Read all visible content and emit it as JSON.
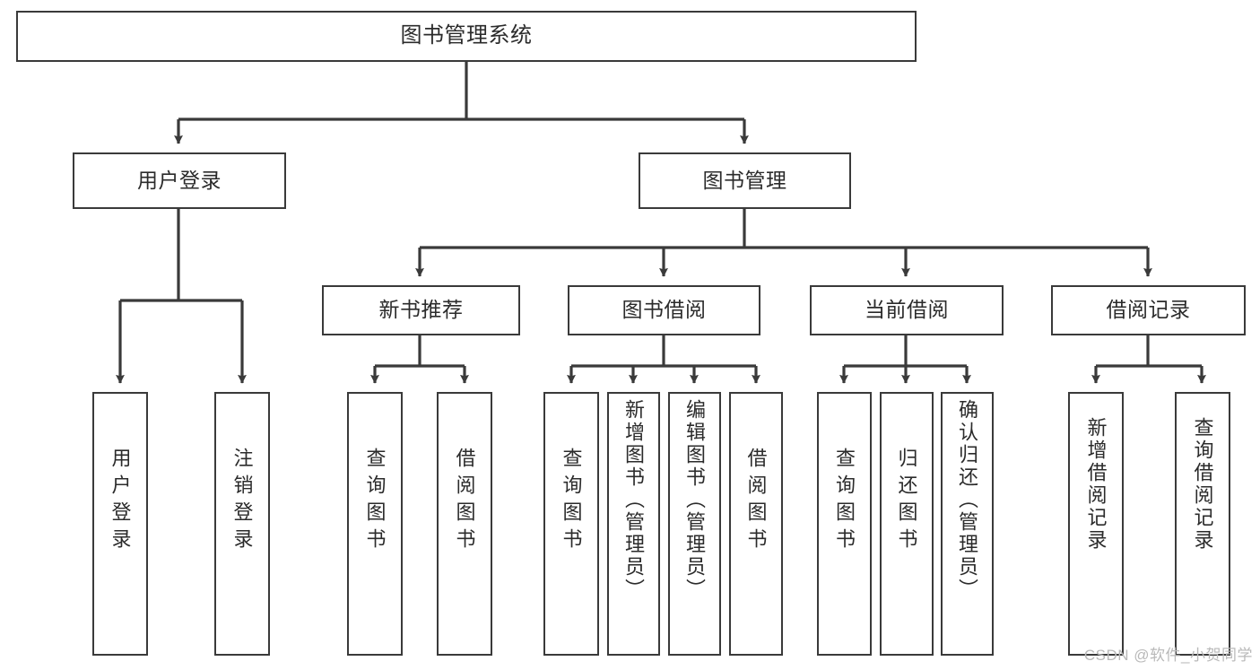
{
  "diagram": {
    "kind": "functional-structure-tree",
    "title": "图书管理系统",
    "colors": {
      "background": "#ffffff",
      "stroke": "#3a3a3a",
      "text": "#2b2b2b",
      "watermark": "#b9b9b9"
    },
    "nodes": {
      "root": {
        "label": "图书管理系统"
      },
      "level2": [
        {
          "id": "user-login",
          "label": "用户登录"
        },
        {
          "id": "book-manage",
          "label": "图书管理"
        }
      ],
      "level3": [
        {
          "id": "new-book-recommend",
          "label": "新书推荐"
        },
        {
          "id": "book-borrow",
          "label": "图书借阅"
        },
        {
          "id": "current-borrow",
          "label": "当前借阅"
        },
        {
          "id": "borrow-record",
          "label": "借阅记录"
        }
      ],
      "leaves": [
        {
          "id": "leaf-user-login",
          "label": "用户登录"
        },
        {
          "id": "leaf-logout-login",
          "label": "注销登录"
        },
        {
          "id": "leaf-query-book-1",
          "label": "查询图书"
        },
        {
          "id": "leaf-borrow-book-1",
          "label": "借阅图书"
        },
        {
          "id": "leaf-query-book-2",
          "label": "查询图书"
        },
        {
          "id": "leaf-add-book-admin",
          "label": "新增图书（管理员）"
        },
        {
          "id": "leaf-edit-book-admin",
          "label": "编辑图书（管理员）"
        },
        {
          "id": "leaf-borrow-book-2",
          "label": "借阅图书"
        },
        {
          "id": "leaf-query-book-3",
          "label": "查询图书"
        },
        {
          "id": "leaf-return-book",
          "label": "归还图书"
        },
        {
          "id": "leaf-confirm-return-admin",
          "label": "确认归还（管理员）"
        },
        {
          "id": "leaf-add-borrow-record",
          "label": "新增借阅记录"
        },
        {
          "id": "leaf-query-borrow-record",
          "label": "查询借阅记录"
        }
      ]
    },
    "edges": [
      {
        "from": "root",
        "to": "user-login"
      },
      {
        "from": "root",
        "to": "book-manage"
      },
      {
        "from": "user-login",
        "to": "leaf-user-login"
      },
      {
        "from": "user-login",
        "to": "leaf-logout-login"
      },
      {
        "from": "book-manage",
        "to": "new-book-recommend"
      },
      {
        "from": "book-manage",
        "to": "book-borrow"
      },
      {
        "from": "book-manage",
        "to": "current-borrow"
      },
      {
        "from": "book-manage",
        "to": "borrow-record"
      },
      {
        "from": "new-book-recommend",
        "to": "leaf-query-book-1"
      },
      {
        "from": "new-book-recommend",
        "to": "leaf-borrow-book-1"
      },
      {
        "from": "book-borrow",
        "to": "leaf-query-book-2"
      },
      {
        "from": "book-borrow",
        "to": "leaf-add-book-admin"
      },
      {
        "from": "book-borrow",
        "to": "leaf-edit-book-admin"
      },
      {
        "from": "book-borrow",
        "to": "leaf-borrow-book-2"
      },
      {
        "from": "current-borrow",
        "to": "leaf-query-book-3"
      },
      {
        "from": "current-borrow",
        "to": "leaf-return-book"
      },
      {
        "from": "current-borrow",
        "to": "leaf-confirm-return-admin"
      },
      {
        "from": "borrow-record",
        "to": "leaf-add-borrow-record"
      },
      {
        "from": "borrow-record",
        "to": "leaf-query-borrow-record"
      }
    ]
  },
  "watermark": {
    "text": "CSDN @软件_小贺同学"
  }
}
